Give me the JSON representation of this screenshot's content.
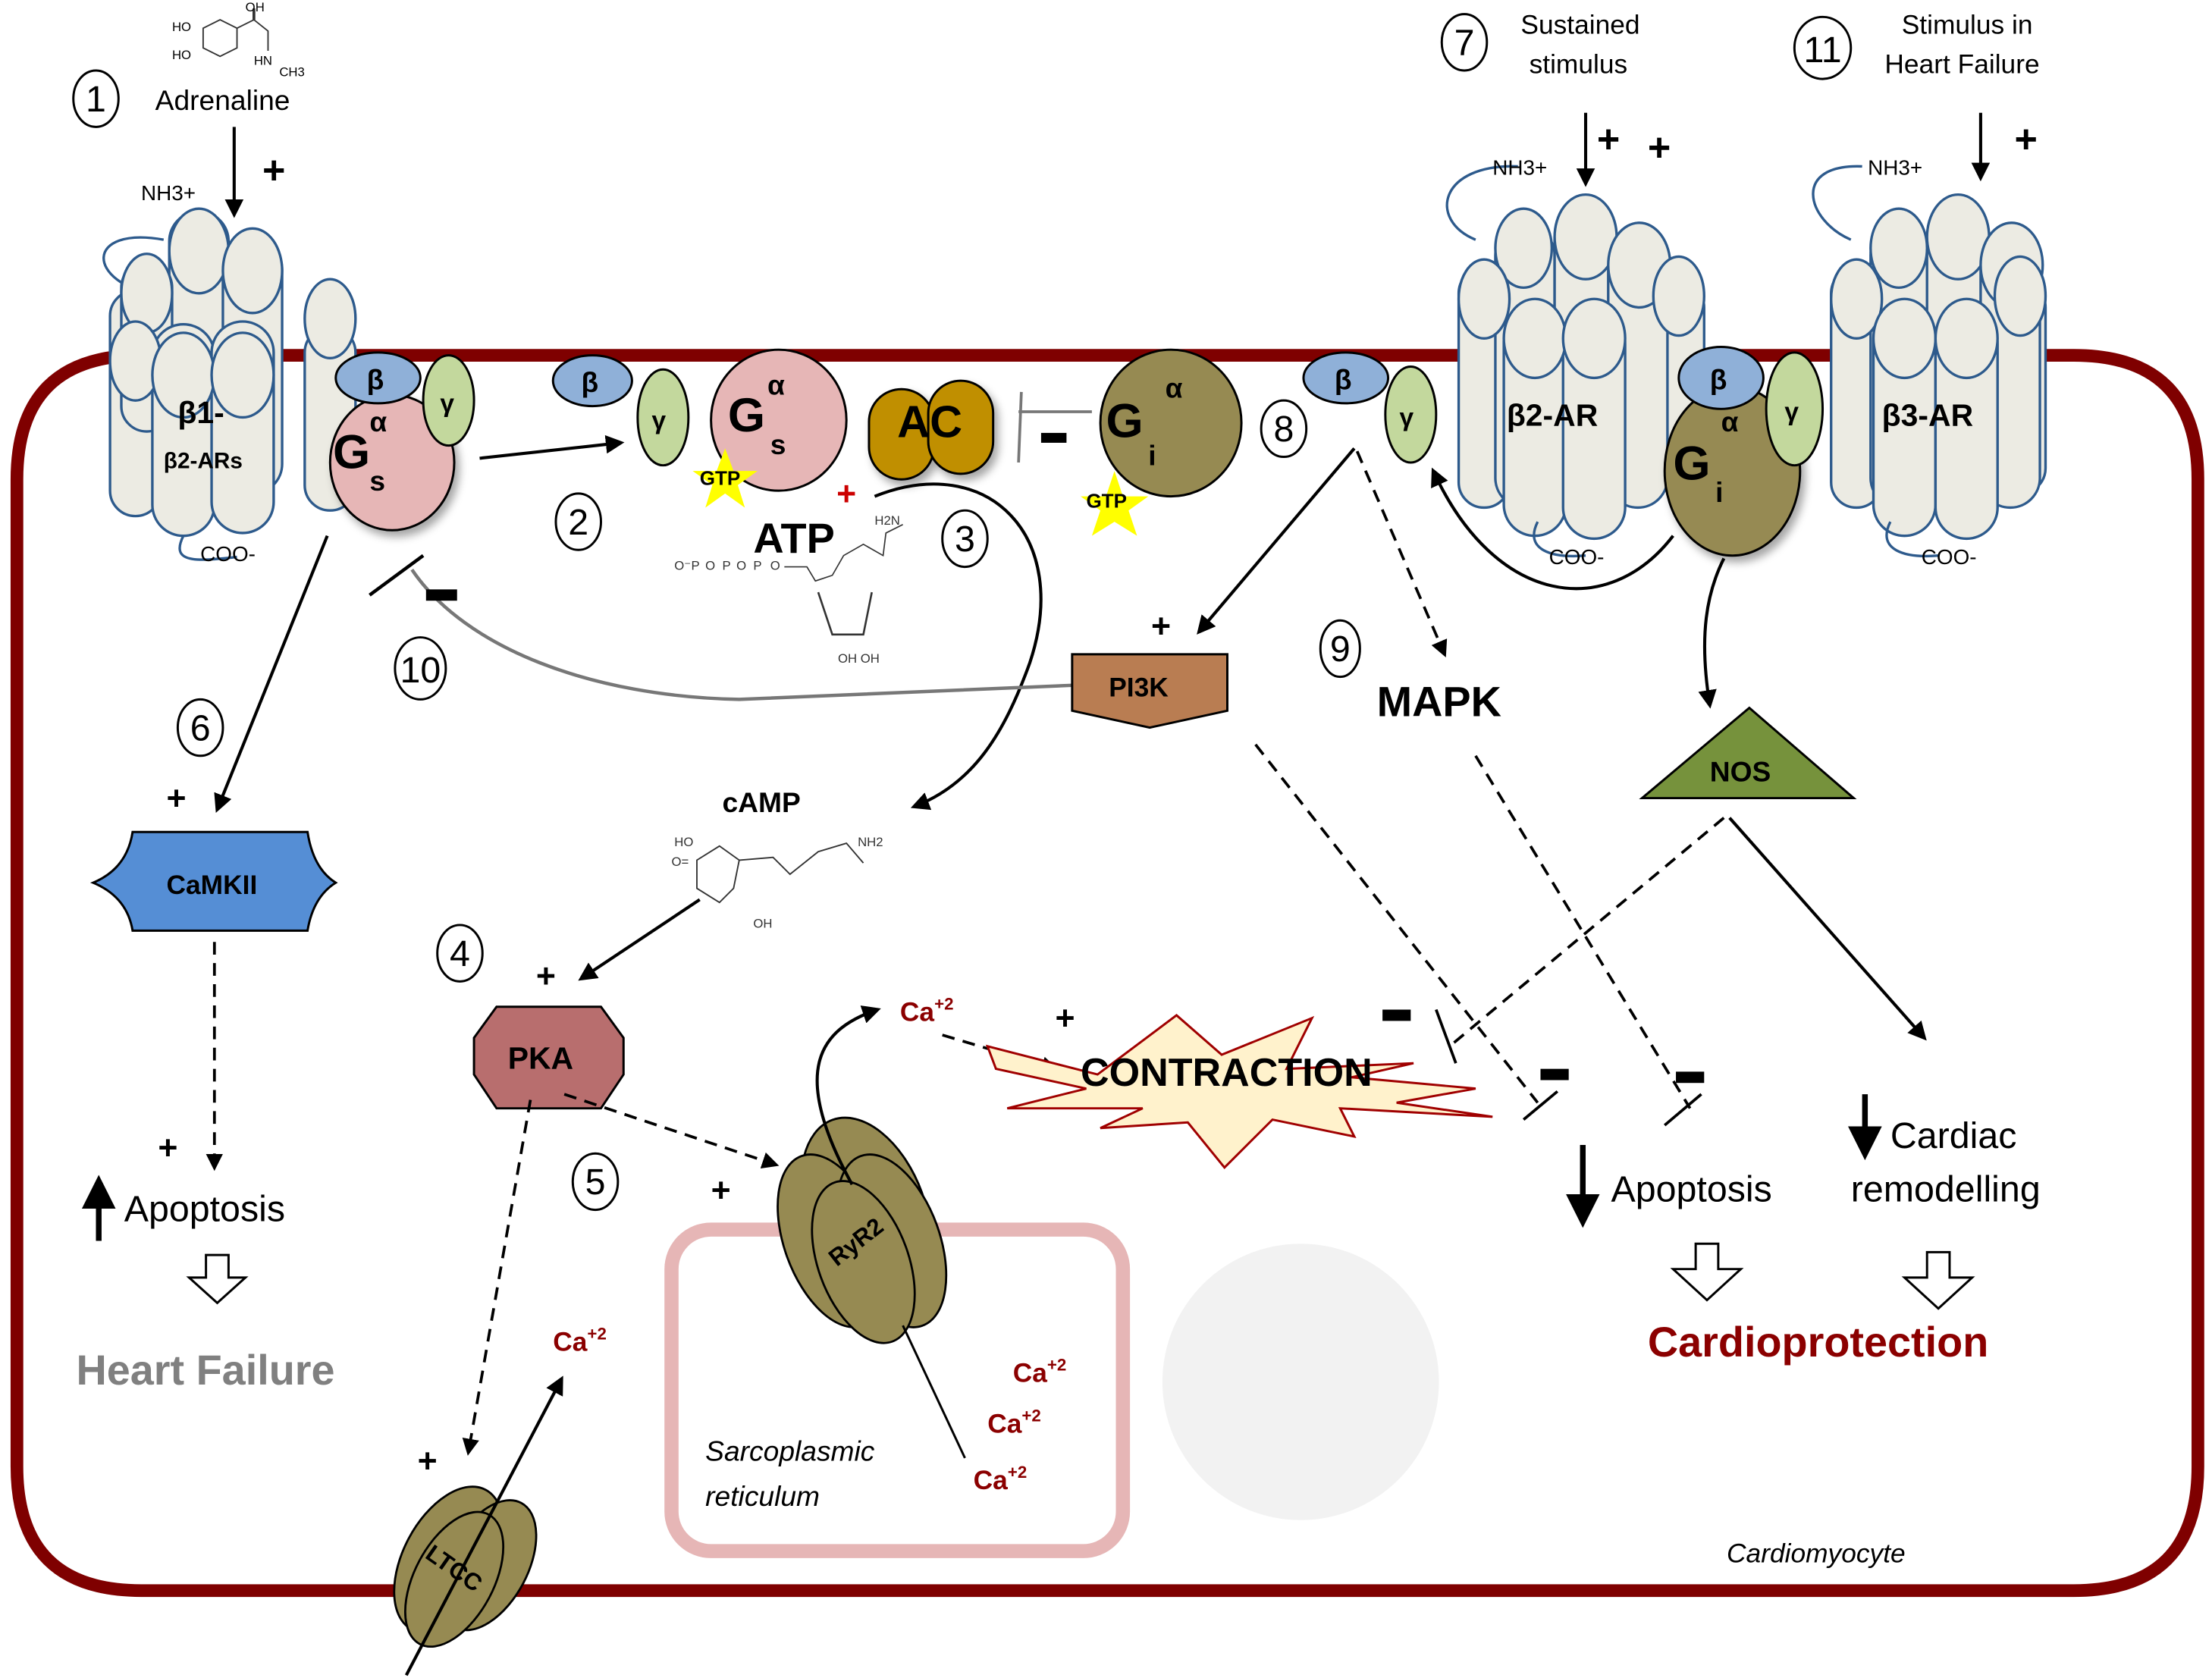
{
  "colors": {
    "membrane": "#7f0000",
    "receptor_fill": "#ecebe3",
    "receptor_outline": "#2d5a8c",
    "g_beta": "#8fb0d8",
    "g_gamma": "#c3d89d",
    "gs_alpha": "#e6b6b6",
    "gi_alpha": "#968a52",
    "adenylyl_cyclase": "#c08f00",
    "gtp_star": "#ffff00",
    "pi3k": "#b97d52",
    "nos": "#76923c",
    "camkii": "#558ed5",
    "pka": "#b86e6e",
    "channel": "#968a52",
    "sr_border": "#e6b6b6",
    "contraction_fill": "#fff2cc",
    "contraction_outline": "#a00000",
    "calcium_text": "#8b0000",
    "cardioprotection_text": "#8b0000",
    "heart_failure_text": "#808080"
  },
  "steps": {
    "s1": "1",
    "s2": "2",
    "s3": "3",
    "s4": "4",
    "s5": "5",
    "s6": "6",
    "s7": "7",
    "s8": "8",
    "s9": "9",
    "s10": "10",
    "s11": "11"
  },
  "stimuli": {
    "adrenaline": "Adrenaline",
    "sustained_line1": "Sustained",
    "sustained_line2": "stimulus",
    "hf_line1": "Stimulus in",
    "hf_line2": "Heart  Failure"
  },
  "adrenaline_structure": {
    "oh_top": "OH",
    "ho_1": "HO",
    "ho_2": "HO",
    "hn": "HN",
    "ch3": "CH3"
  },
  "receptors": {
    "left_line1": "β1-",
    "left_line2": "β2-ARs",
    "middle": "β2-AR",
    "right": "β3-AR",
    "n_terminus": "NH3+",
    "n_terminus_sub": "3",
    "c_terminus": "COO-"
  },
  "g_proteins": {
    "beta": "β",
    "gamma": "γ",
    "alpha": "α",
    "g": "G",
    "s_sub": "s",
    "i_sub": "i",
    "gtp": "GTP"
  },
  "effectors": {
    "ac": "AC",
    "atp": "ATP",
    "camp": "cAMP",
    "pi3k": "PI3K",
    "mapk": "MAPK",
    "nos": "NOS",
    "camkii": "CaMKII",
    "pka": "PKA",
    "ryr2": "RyR2",
    "ltcc": "LTCC"
  },
  "atp_structure": {
    "o": "O",
    "o_minus": "O⁻",
    "p": "P",
    "n": "N",
    "h2n": "H2N",
    "ohoh": "OH OH"
  },
  "camp_structure": {
    "ho": "HO",
    "o_eq": "O=",
    "nh2": "NH2",
    "oh": "OH"
  },
  "calcium": {
    "ca": "Ca",
    "charge": "+2"
  },
  "outcomes": {
    "contraction": "CONTRACTION",
    "apoptosis": "Apoptosis",
    "heart_failure": "Heart Failure",
    "cardiac": "Cardiac",
    "remodelling": "remodelling",
    "cardioprotection": "Cardioprotection"
  },
  "compartments": {
    "sr_line1": "Sarcoplasmic",
    "sr_line2": "reticulum",
    "cell": "Cardiomyocyte"
  },
  "signs": {
    "plus": "+",
    "minus": "−"
  }
}
